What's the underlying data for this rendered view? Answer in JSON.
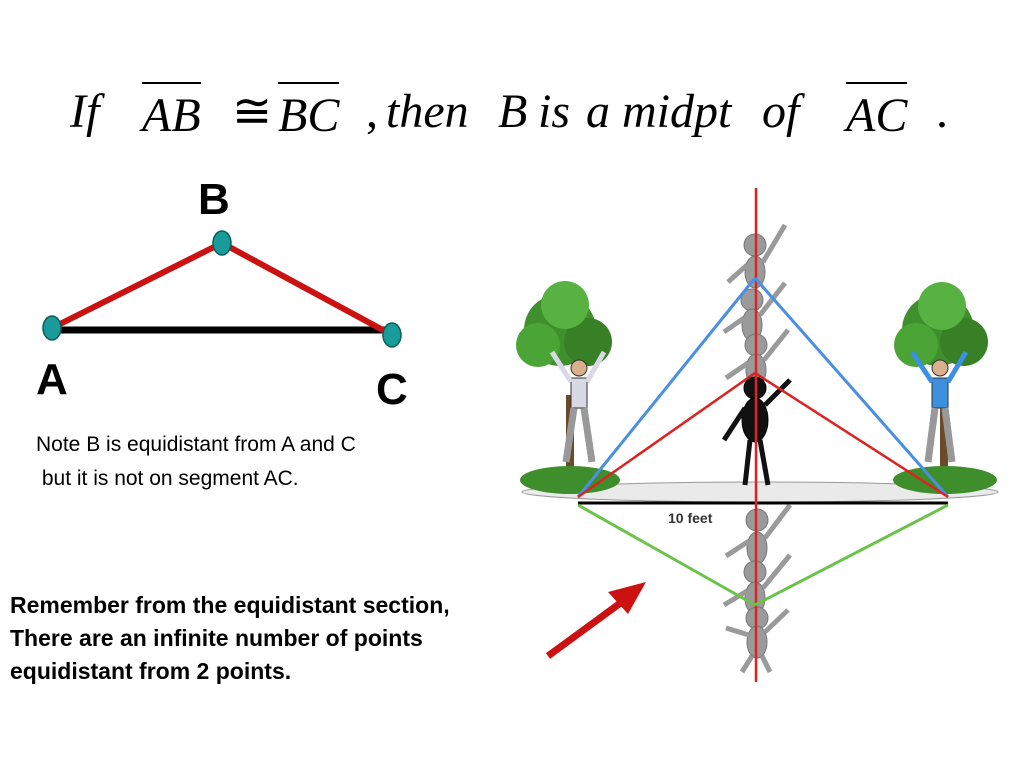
{
  "title": {
    "if": "If",
    "ab": "AB",
    "congruent": "≅",
    "bc": "BC",
    "comma": ",",
    "then": "then",
    "b": "B",
    "is": "is",
    "a": "a",
    "midpt": "midpt",
    "of": "of",
    "ac": "AC",
    "period": "."
  },
  "points": {
    "a": "A",
    "b": "B",
    "c": "C"
  },
  "note": "Note B is equidistant from A and C\n but it is not on segment AC.",
  "remember": "Remember from the equidistant section,\nThere are an infinite number of points\nequidistant from 2 points.",
  "figure": {
    "distance_label": "10 feet"
  },
  "colors": {
    "segment_red": "#cc1111",
    "segment_black": "#000000",
    "point_fill": "#199c99",
    "blue_line": "#4a90e2",
    "green_line": "#6cc24a",
    "arrow": "#cc1111"
  }
}
